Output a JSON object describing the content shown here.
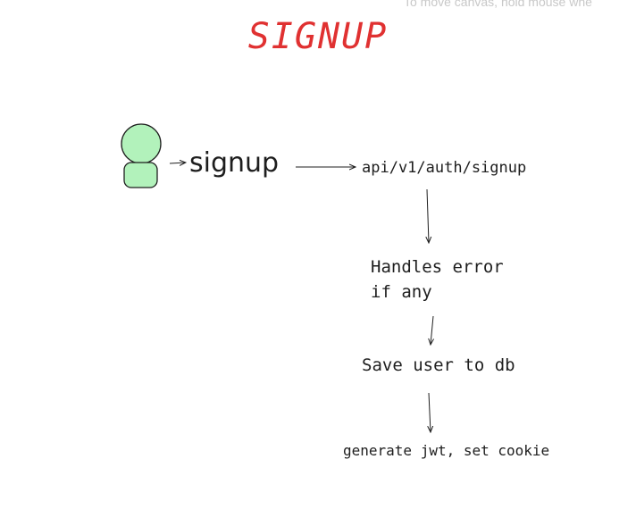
{
  "canvas_hint": "To move canvas, hold mouse whe",
  "title": "SIGNUP",
  "nodes": {
    "signup": "signup",
    "endpoint": "api/v1/auth/signup",
    "handles_line1": "Handles error",
    "handles_line2": "if any",
    "save": "Save user to db",
    "jwt": "generate jwt, set cookie"
  },
  "colors": {
    "title": "#e03131",
    "user_fill": "#b2f2bb",
    "stroke": "#1e1e1e"
  },
  "icons": {
    "user": "user-icon"
  }
}
